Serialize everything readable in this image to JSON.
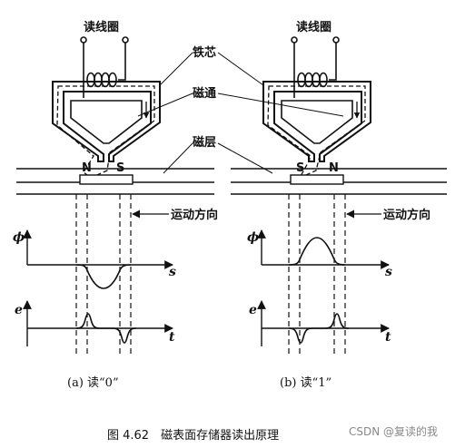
{
  "labels": {
    "read_coil_left": "读线圈",
    "read_coil_right": "读线圈",
    "iron_core": "铁芯",
    "flux": "磁通",
    "magnetic_layer": "磁层",
    "motion_dir_left": "运动方向",
    "motion_dir_right": "运动方向",
    "pole_n_left": "N",
    "pole_s_left": "S",
    "pole_s_right": "S",
    "pole_n_right": "N"
  },
  "axes": {
    "phi_left": "ϕ",
    "s_left": "s",
    "e_left": "e",
    "t_left": "t",
    "phi_right": "ϕ",
    "s_right": "s",
    "e_right": "e",
    "t_right": "t"
  },
  "captions": {
    "sub_a": "(a) 读“0”",
    "sub_b": "(b) 读“1”",
    "figure": "图 4.62　磁表面存储器读出原理"
  },
  "watermark": "CSDN @复读的我"
}
